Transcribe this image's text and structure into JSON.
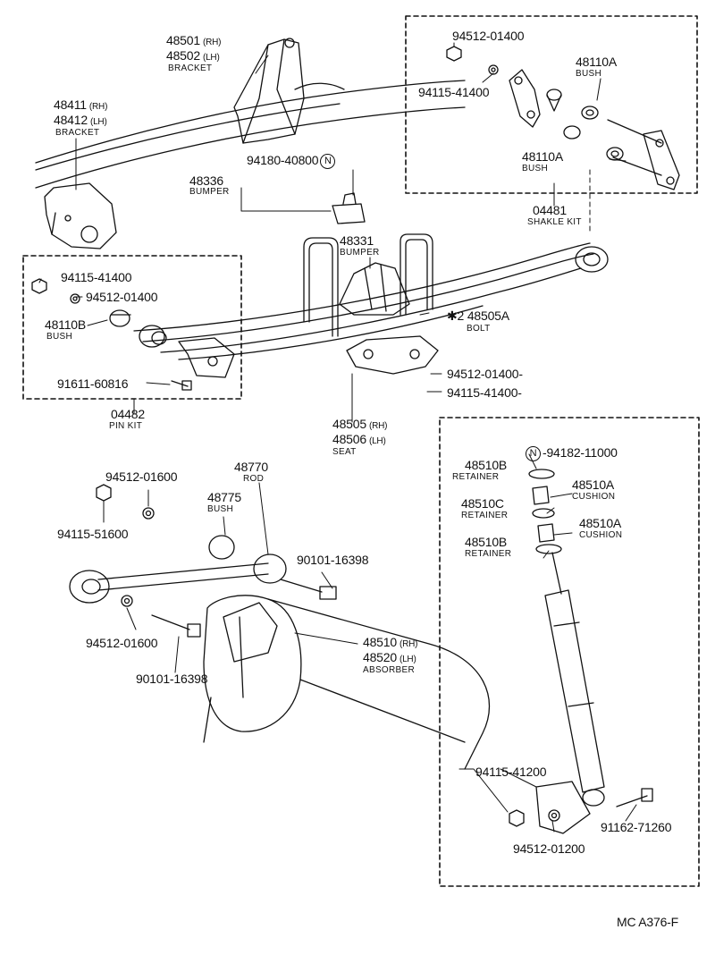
{
  "diagram_code": "MC A376-F",
  "labels": {
    "bracket_upper_rh": "48501",
    "bracket_upper_rh_sfx": "(RH)",
    "bracket_upper_lh": "48502",
    "bracket_upper_lh_sfx": "(LH)",
    "bracket_upper_name": "BRACKET",
    "bracket_lower_rh": "48411",
    "bracket_lower_rh_sfx": "(RH)",
    "bracket_lower_lh": "48412",
    "bracket_lower_lh_sfx": "(LH)",
    "bracket_lower_name": "BRACKET",
    "bumper_upper_num": "48336",
    "bumper_upper_name": "BUMPER",
    "bumper_nut_num": "94180-40800",
    "n_mark": "N",
    "bumper_mid_num": "48331",
    "bumper_mid_name": "BUMPER",
    "kit_upper_washer": "94512-01400",
    "kit_upper_nut": "94115-41400",
    "bush_a_top_num": "48110A",
    "bush_a_top_name": "BUSH",
    "bush_a_bot_num": "48110A",
    "bush_a_bot_name": "BUSH",
    "shackle_kit_num": "04481",
    "shackle_kit_name": "SHAKLE KIT",
    "pin_kit_nut": "94115-41400",
    "pin_kit_washer": "94512-01400",
    "bush_b_num": "48110B",
    "bush_b_name": "BUSH",
    "pin_kit_bolt": "91611-60816",
    "pin_kit_num": "04482",
    "pin_kit_name": "PIN KIT",
    "bolt_mark": "✱2",
    "bolt_num": "48505A",
    "bolt_name": "BOLT",
    "seat_washer": "94512-01400-",
    "seat_nut": "94115-41400-",
    "seat_rh": "48505",
    "seat_rh_sfx": "(RH)",
    "seat_lh": "48506",
    "seat_lh_sfx": "(LH)",
    "seat_name": "SEAT",
    "rod_washer": "94512-01600",
    "rod_nut": "94115-51600",
    "rod_num": "48770",
    "rod_name": "ROD",
    "rod_bush_num": "48775",
    "rod_bush_name": "BUSH",
    "rod_bolt_right": "90101-16398",
    "rod_washer_lower": "94512-01600",
    "rod_bolt_lower": "90101-16398",
    "absorber_rh": "48510",
    "absorber_rh_sfx": "(RH)",
    "absorber_lh": "48520",
    "absorber_lh_sfx": "(LH)",
    "absorber_name": "ABSORBER",
    "abs_nut_top": "94182-11000",
    "retainer_b_top_num": "48510B",
    "retainer_b_top_name": "RETAINER",
    "cushion_a_top_num": "48510A",
    "cushion_a_top_name": "CUSHION",
    "retainer_c_num": "48510C",
    "retainer_c_name": "RETAINER",
    "cushion_a_bot_num": "48510A",
    "cushion_a_bot_name": "CUSHION",
    "retainer_b_bot_num": "48510B",
    "retainer_b_bot_name": "RETAINER",
    "abs_nut_bottom": "94115-41200",
    "abs_bolt_bottom": "91162-71260",
    "abs_washer_bottom": "94512-01200"
  }
}
